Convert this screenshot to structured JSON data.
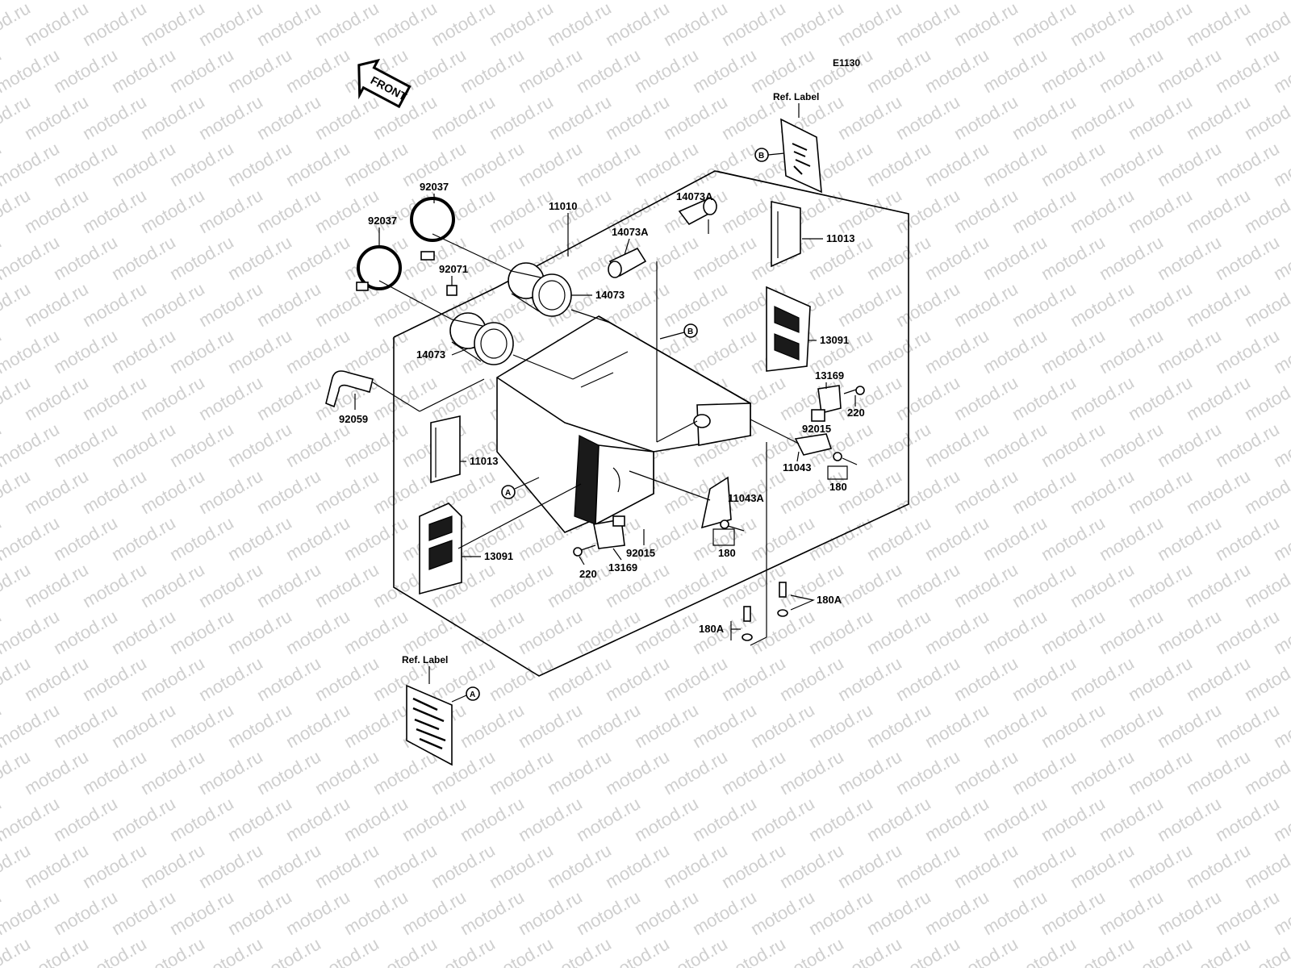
{
  "diagram": {
    "code": "E1130",
    "front_label": "FRONT",
    "ref_label": "Ref. Label",
    "watermark_text": "motod.ru",
    "callouts": [
      {
        "id": "c-92037-a",
        "text": "92037"
      },
      {
        "id": "c-92037-b",
        "text": "92037"
      },
      {
        "id": "c-11010",
        "text": "11010"
      },
      {
        "id": "c-14073A-top",
        "text": "14073A"
      },
      {
        "id": "c-14073A-mid",
        "text": "14073A"
      },
      {
        "id": "c-92071",
        "text": "92071"
      },
      {
        "id": "c-14073-r",
        "text": "14073"
      },
      {
        "id": "c-14073-l",
        "text": "14073"
      },
      {
        "id": "c-11013-r",
        "text": "11013"
      },
      {
        "id": "c-13091-r",
        "text": "13091"
      },
      {
        "id": "c-13169-r",
        "text": "13169"
      },
      {
        "id": "c-220-r",
        "text": "220"
      },
      {
        "id": "c-92015-r",
        "text": "92015"
      },
      {
        "id": "c-11043",
        "text": "11043"
      },
      {
        "id": "c-180-r",
        "text": "180"
      },
      {
        "id": "c-11043A",
        "text": "11043A"
      },
      {
        "id": "c-180-m",
        "text": "180"
      },
      {
        "id": "c-92059",
        "text": "92059"
      },
      {
        "id": "c-11013-l",
        "text": "11013"
      },
      {
        "id": "c-13091-l",
        "text": "13091"
      },
      {
        "id": "c-92015-l",
        "text": "92015"
      },
      {
        "id": "c-220-l",
        "text": "220"
      },
      {
        "id": "c-13169-l",
        "text": "13169"
      },
      {
        "id": "c-180A-r",
        "text": "180A"
      },
      {
        "id": "c-180A-l",
        "text": "180A"
      }
    ],
    "markers": {
      "a": "A",
      "b": "B"
    }
  }
}
